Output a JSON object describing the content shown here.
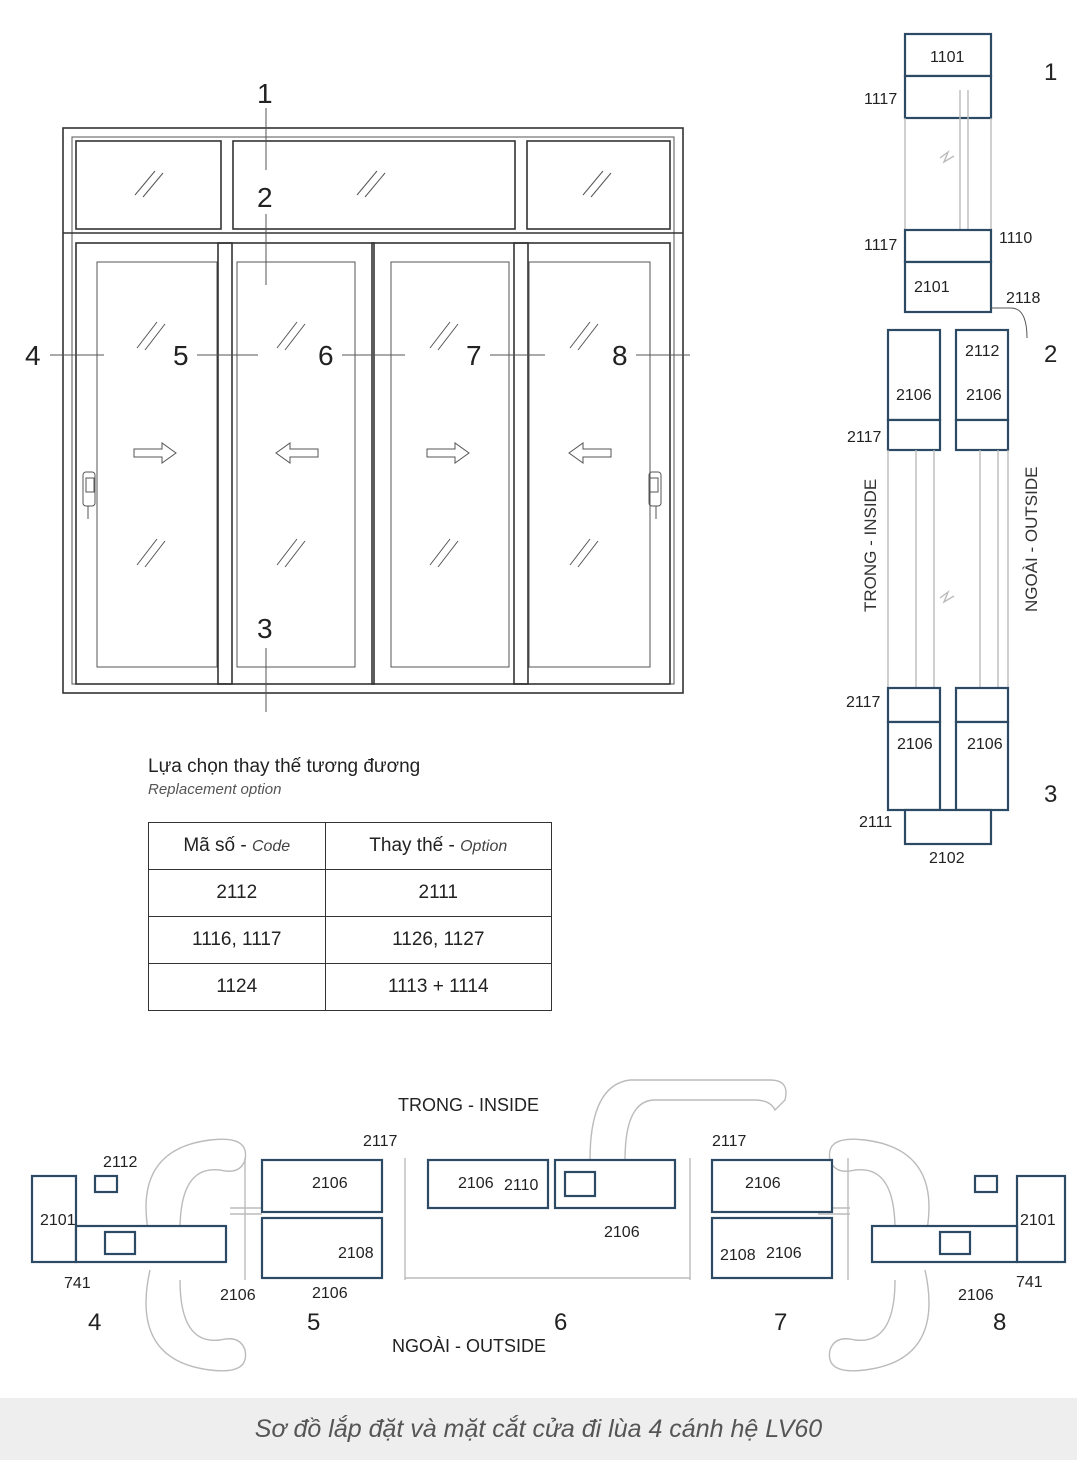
{
  "elevation": {
    "section_markers": [
      "1",
      "2",
      "3"
    ],
    "panel_numbers": [
      "4",
      "5",
      "6",
      "7",
      "8"
    ]
  },
  "vertical_section": {
    "part_codes": {
      "top_frame": "1101",
      "bead_top": "1117",
      "bead_bottom": "1117",
      "transom": "1110",
      "head_track": "2101",
      "head_deflector": "2118",
      "interlock_top": "2112",
      "sash_top_left": "2106",
      "sash_top_right": "2106",
      "glass_bead_top": "2117",
      "glass_bead_bottom": "2117",
      "sash_bottom_left": "2106",
      "sash_bottom_right": "2106",
      "sill_adapter": "2111",
      "sill_track": "2102"
    },
    "inside_label": "TRONG - INSIDE",
    "outside_label": "NGOÀI - OUTSIDE",
    "markers": [
      "1",
      "2",
      "3"
    ]
  },
  "replacement": {
    "title": "Lựa chọn thay thế tương đương",
    "subtitle": "Replacement option",
    "header_code": "Mã số - ",
    "header_code_en": "Code",
    "header_option": "Thay thế - ",
    "header_option_en": "Option",
    "rows": [
      {
        "code": "2112",
        "option": "2111"
      },
      {
        "code": "1116, 1117",
        "option": "1126, 1127"
      },
      {
        "code": "1124",
        "option": "1113 + 1114"
      }
    ]
  },
  "horizontal_section": {
    "inside_label": "TRONG - INSIDE",
    "outside_label": "NGOÀI - OUTSIDE",
    "part_codes": {
      "left_interlock": "2112",
      "left_frame": "2101",
      "left_741": "741",
      "left_sash": "2106",
      "bead_left": "2117",
      "sash5_top": "2106",
      "sash5_bottom": "2108",
      "sash5_label": "2106",
      "center_sash_a": "2106",
      "center_2110": "2110",
      "center_sash_b": "2106",
      "bead_right": "2117",
      "sash7_top": "2106",
      "sash7_2108": "2108",
      "sash7_2106": "2106",
      "right_frame": "2101",
      "right_741": "741",
      "right_sash": "2106"
    },
    "panel_numbers": [
      "4",
      "5",
      "6",
      "7",
      "8"
    ]
  },
  "caption": "Sơ đồ lắp đặt và mặt cắt cửa đi lùa 4 cánh hệ LV60"
}
